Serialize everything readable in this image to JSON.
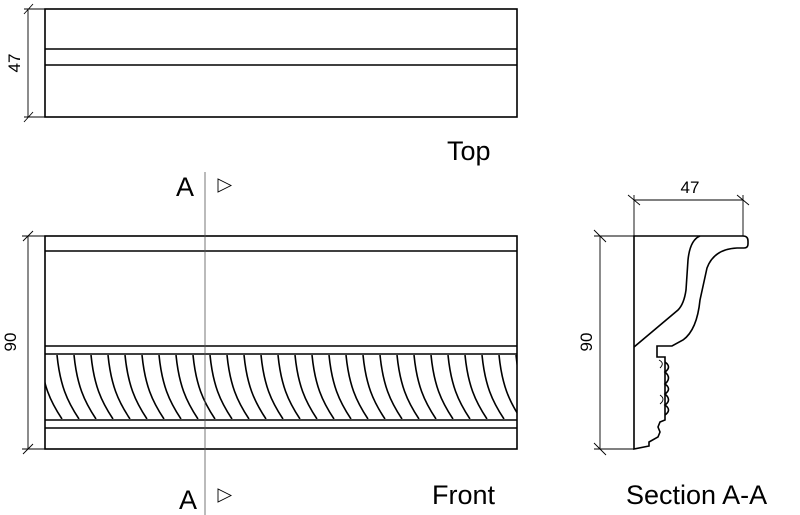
{
  "views": {
    "top": {
      "label": "Top",
      "dimension": "47"
    },
    "front": {
      "label": "Front",
      "dimension": "90"
    },
    "section": {
      "label": "Section A-A",
      "width_dimension": "47",
      "height_dimension": "90"
    }
  },
  "section_marker": {
    "letter": "A",
    "arrow": "triangle-right-icon"
  }
}
